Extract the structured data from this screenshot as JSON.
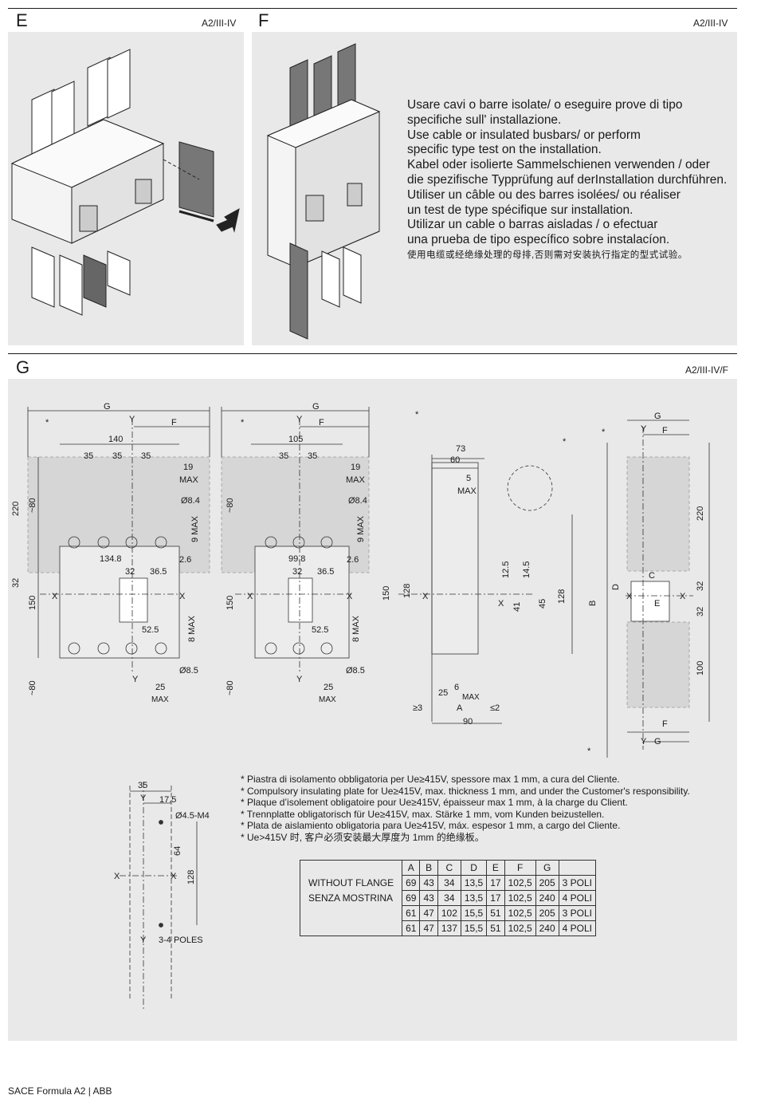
{
  "sections": {
    "e": {
      "letter": "E",
      "ref": "A2/III-IV"
    },
    "f": {
      "letter": "F",
      "ref": "A2/III-IV"
    },
    "g": {
      "letter": "G",
      "ref": "A2/III-IV/F"
    }
  },
  "f_text": [
    "Usare cavi o barre isolate/ o eseguire prove di tipo",
    "specifiche sull' installazione.",
    "Use cable or insulated busbars/ or perform",
    "specific type test on the installation.",
    "Kabel oder isolierte Sammelschienen verwenden / oder",
    "die spezifische Typprüfung auf derInstallation durchführen.",
    "Utiliser un câble ou des barres isolées/ ou réaliser",
    "un test de type spécifique sur installation.",
    "Utilizar un cable o barras aisladas / o efectuar",
    "una prueba de tipo específico sobre instalacíon.",
    "使用电缆或经绝缘处理的母排,否则需对安装执行指定的型式试验。"
  ],
  "drawing_labels": {
    "d1": {
      "g": "G",
      "y": "Y",
      "f": "F",
      "w140": "140",
      "p35a": "35",
      "p35b": "35",
      "p35c": "35",
      "max19": "19",
      "max19b": "MAX",
      "h220": "220",
      "h80": "~80",
      "phi84": "Ø8.4",
      "max9": "9 MAX",
      "d26": "2.6",
      "d1348": "134.8",
      "d32": "32",
      "d365": "36.5",
      "h32": "32",
      "h150": "150",
      "x1": "X",
      "x2": "X",
      "max8": "8 MAX",
      "d525": "52.5",
      "phi85": "Ø8.5",
      "h80b": "~80",
      "y2": "Y",
      "d25": "25",
      "max25": "MAX",
      "star": "*"
    },
    "d2": {
      "g": "G",
      "y": "Y",
      "f": "F",
      "w105": "105",
      "p35a": "35",
      "p35b": "35",
      "max19": "19",
      "max19b": "MAX",
      "h80": "~80",
      "phi84": "Ø8.4",
      "max9": "9 MAX",
      "d26": "2.6",
      "d998": "99.8",
      "d32": "32",
      "d365": "36.5",
      "h150": "150",
      "x1": "X",
      "x2": "X",
      "max8": "8 MAX",
      "d525": "52.5",
      "phi85": "Ø8.5",
      "h80b": "~80",
      "y2": "Y",
      "d25": "25",
      "max25": "MAX",
      "star": "*"
    },
    "d3": {
      "d73": "73",
      "d60": "60",
      "d5": "5",
      "max5": "MAX",
      "h150": "150",
      "h128": "128",
      "x1": "X",
      "x2": "X",
      "d125": "12.5",
      "d145": "14.5",
      "d41": "41",
      "d45": "45",
      "d128r": "128",
      "d25": "25",
      "d6": "6",
      "max6": "MAX",
      "ge3": "≥3",
      "a": "A",
      "le2": "≤2",
      "d90": "90",
      "star1": "*",
      "star2": "*"
    },
    "d4": {
      "g": "G",
      "y": "Y",
      "f": "F",
      "h220": "220",
      "c": "C",
      "d": "D",
      "b": "B",
      "x1": "X",
      "x2": "X",
      "e": "E",
      "h32a": "32",
      "h32b": "32",
      "h100": "100",
      "f2": "F",
      "y2": "Y",
      "g2": "G",
      "star1": "*",
      "star2": "*"
    },
    "d5": {
      "d35": "35",
      "y": "Y",
      "d175": "17.5",
      "phi": "Ø4.5-M4",
      "d64": "64",
      "x1": "X",
      "x2": "X",
      "d128": "128",
      "y2": "Y",
      "poles": "3-4 POLES"
    }
  },
  "notes": [
    "* Piastra di isolamento obbligatoria per Ue≥415V, spessore max 1 mm, a cura del Cliente.",
    "* Compulsory insulating plate for Ue≥415V, max. thickness 1 mm, and under the Customer's responsibility.",
    "* Plaque d’isolement obligatoire pour Ue≥415V, épaisseur max 1 mm, à la charge du Client.",
    "* Trennplatte obligatorisch für Ue≥415V, max. Stärke 1 mm, vom Kunden beizustellen.",
    "* Plata de aislamiento obligatoria para Ue≥415V, máx. espesor 1 mm, a cargo del Cliente.",
    "* Ue>415V 时, 客户必须安装最大厚度为 1mm 的绝缘板。"
  ],
  "table": {
    "label1": "WITHOUT FLANGE",
    "label2": "SENZA MOSTRINA",
    "headers": [
      "A",
      "B",
      "C",
      "D",
      "E",
      "F",
      "G"
    ],
    "rows": [
      [
        "69",
        "43",
        "34",
        "13,5",
        "17",
        "102,5",
        "205",
        "3 POLI"
      ],
      [
        "69",
        "43",
        "34",
        "13,5",
        "17",
        "102,5",
        "240",
        "4 POLI"
      ],
      [
        "61",
        "47",
        "102",
        "15,5",
        "51",
        "102,5",
        "205",
        "3 POLI"
      ],
      [
        "61",
        "47",
        "137",
        "15,5",
        "51",
        "102,5",
        "240",
        "4 POLI"
      ]
    ]
  },
  "footer": "SACE Formula A2 | ABB"
}
